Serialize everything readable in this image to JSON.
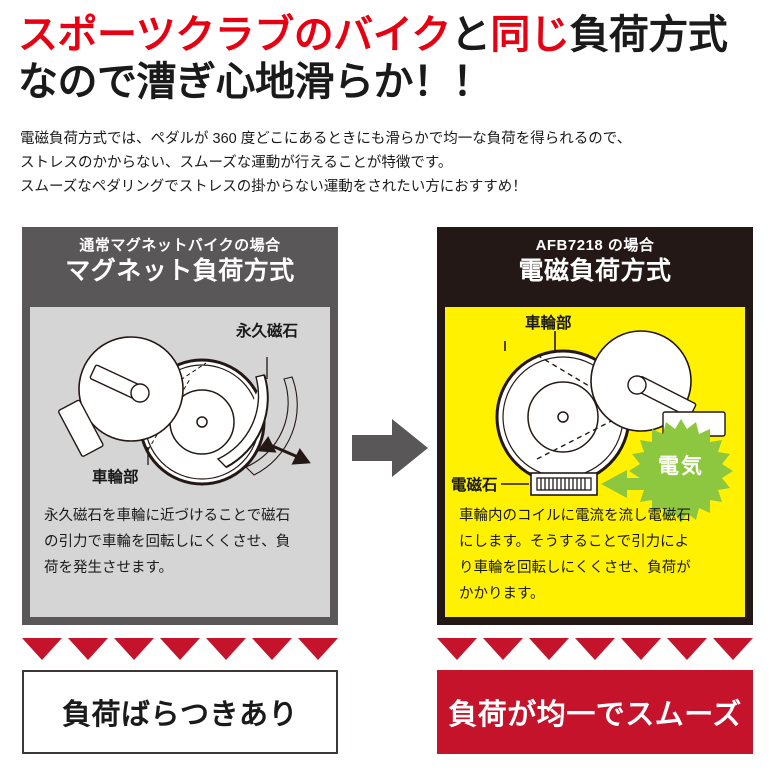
{
  "headline": {
    "line1": [
      {
        "text": "スポーツクラブのバイク",
        "color": "red"
      },
      {
        "text": "と",
        "color": "black"
      },
      {
        "text": "同じ",
        "color": "red"
      },
      {
        "text": "負荷方式",
        "color": "black"
      }
    ],
    "line2": [
      {
        "text": "なので漕ぎ心地滑らか！！",
        "color": "black"
      }
    ],
    "red_hex": "#e60012",
    "black_hex": "#1a1a1a"
  },
  "lead": {
    "line1": "電磁負荷方式では、ペダルが 360 度どこにあるときにも滑らかで均一な負荷を得られるので、",
    "line2": "ストレスのかからない、スムーズな運動が行えることが特徴です。",
    "line3": "スムーズなペダリングでストレスの掛からない運動をされたい方におすすめ！"
  },
  "panels": {
    "left": {
      "head_sub": "通常マグネットバイクの場合",
      "head_main": "マグネット負荷方式",
      "head_bg": "#595757",
      "body_bg": "#d5d5d5",
      "labels": {
        "magnet": "永久磁石",
        "wheel": "車輪部"
      },
      "caption": {
        "line1": "永久磁石を車輪に近づけることで磁石",
        "line2": "の引力で車輪を回転しにくくさせ、負",
        "line3": "荷を発生させます。"
      },
      "conclusion": "負荷ばらつきあり",
      "conclusion_bg": "#ffffff",
      "conclusion_color": "#1a1a1a"
    },
    "right": {
      "head_sub": "AFB7218 の場合",
      "head_main": "電磁負荷方式",
      "head_bg": "#231815",
      "body_bg": "#fff100",
      "labels": {
        "wheel": "車輪部",
        "electromagnet": "電磁石",
        "electricity": "電気"
      },
      "burst_color": "#8dc63f",
      "caption": {
        "line1": "車輪内のコイルに電流を流し電磁石",
        "line2": "にします。そうすることで引力によ",
        "line3": "り車輪を回転しにくくさせ、負荷が",
        "line4": "かかります。"
      },
      "conclusion": "負荷が均一でスムーズ",
      "conclusion_bg": "#c4132b",
      "conclusion_color": "#ffffff"
    }
  },
  "center_arrow": {
    "direction": "right",
    "color": "#595757"
  },
  "triangles": {
    "count": 7,
    "color": "#c4132b"
  }
}
